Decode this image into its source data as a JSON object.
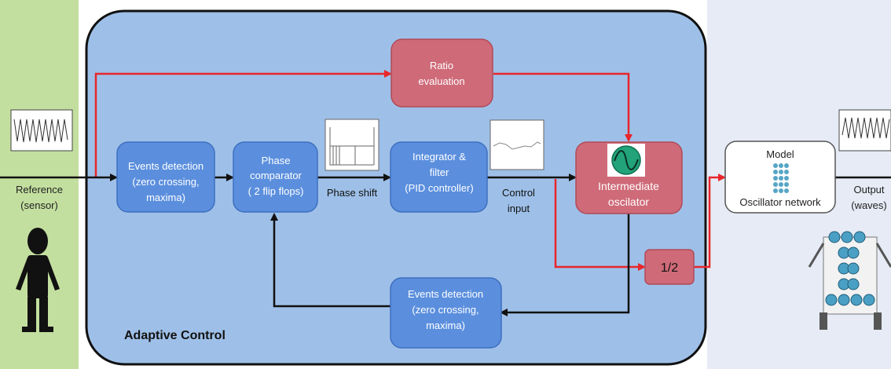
{
  "colors": {
    "sensor_panel": "#c3df9f",
    "output_panel": "#e6ebf5",
    "control_bg": "#9ec0e8",
    "blue_box": "#5b8fde",
    "blue_box_stroke": "#3e6fbf",
    "red_box": "#cf6a78",
    "red_box_stroke": "#b14a59",
    "red_line": "#e8262b",
    "black_line": "#111111"
  },
  "left": {
    "label_line1": "Reference",
    "label_line2": "(sensor)",
    "figure_icon": "person-silhouette-icon"
  },
  "control": {
    "title": "Adaptive Control"
  },
  "boxes": {
    "events_top": {
      "line1": "Events detection",
      "line2": "(zero crossing,",
      "line3": "maxima)"
    },
    "phase_comp": {
      "line1": "Phase",
      "line2": "comparator",
      "line3": "( 2 flip flops)"
    },
    "integrator": {
      "line1": "Integrator &",
      "line2": "filter",
      "line3": "(PID controller)"
    },
    "ratio": {
      "line1": "Ratio",
      "line2": "evaluation"
    },
    "oscillator": {
      "line1": "Intermediate",
      "line2": "oscilator",
      "icon": "sine-wave-icon"
    },
    "half": {
      "label": "1/2"
    },
    "events_bottom": {
      "line1": "Events detection",
      "line2": "(zero crossing,",
      "line3": "maxima)"
    },
    "model": {
      "title": "Model",
      "label": "Oscillator network",
      "icon": "oscillator-network-icon"
    }
  },
  "labels": {
    "phase_shift": "Phase shift",
    "control_input_1": "Control",
    "control_input_2": "input",
    "output_1": "Output",
    "output_2": "(waves)"
  },
  "icons": [
    "reference-signal-icon",
    "phase-shift-signal-icon",
    "control-input-signal-icon",
    "output-signal-icon",
    "robot-oscillator-icon"
  ]
}
